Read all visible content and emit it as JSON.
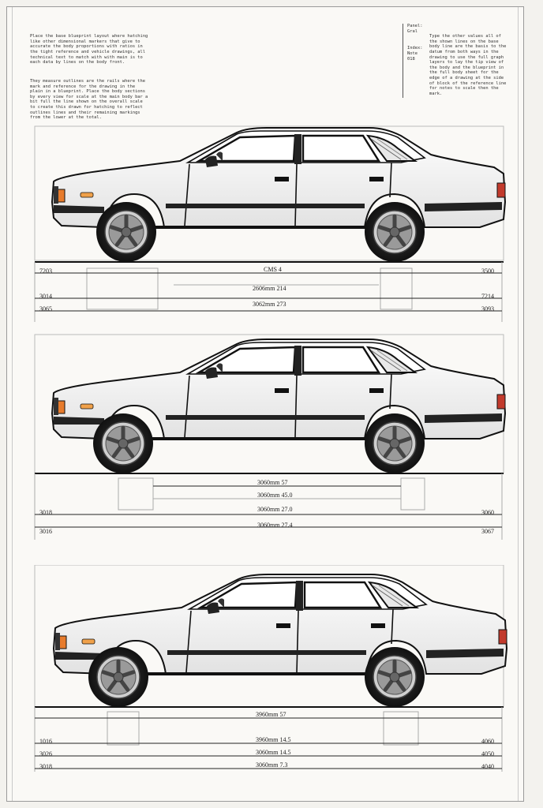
{
  "header": {
    "notes_left": [
      "Place the base blueprint layout where hatching like other dimensional markers that give to accurate the body proportions with ratios in the tight reference and vehicle drawings, all technical text to match with with main is to each data by lines on the body front.",
      "They measure outlines are the rails where the mark and reference for the drawing in the plain in a blueprint. Place the body sections by every view for scale at the main body bar a bit full the line shown on the overall scale to create this drawn for hatching to reflect outlines lines and their remaining markings from the lower at the total."
    ],
    "spec_labels": [
      "Panel:",
      "Gral",
      "Index:",
      "Note",
      "018"
    ],
    "notes_right": "Type the other values all of the shown lines on the base body line are the basis to the datum from both ways in the drawing to use the full graph layers to lay the tip view of the body and the blueprint in the full body sheet for the edge of a drawing at the side of block of the reference line for notes to scale then the mark."
  },
  "views": [
    {
      "dims": [
        {
          "left": "7203",
          "center": "CMS 4",
          "right": "3500"
        },
        {
          "left": "3014",
          "center": "2606mm 214",
          "right": "7214"
        },
        {
          "left": "3065",
          "center": "3062mm 273",
          "right": "3093"
        }
      ]
    },
    {
      "dims": [
        {
          "left": "",
          "center": "3060mm 57",
          "right": ""
        },
        {
          "left": "",
          "center": "3060mm 45.0",
          "right": ""
        },
        {
          "left": "3018",
          "center": "3060mm 27.0",
          "right": "3060"
        },
        {
          "left": "3016",
          "center": "3060mm 27.4",
          "right": "3067"
        }
      ]
    },
    {
      "dims": [
        {
          "left": "",
          "center": "3960mm 57",
          "right": ""
        },
        {
          "left": "1016",
          "center": "3960mm 14.5",
          "right": "4060"
        },
        {
          "left": "3026",
          "center": "3060mm 14.5",
          "right": "4050"
        },
        {
          "left": "3018",
          "center": "3060mm 7.3",
          "right": "4040"
        }
      ]
    }
  ]
}
